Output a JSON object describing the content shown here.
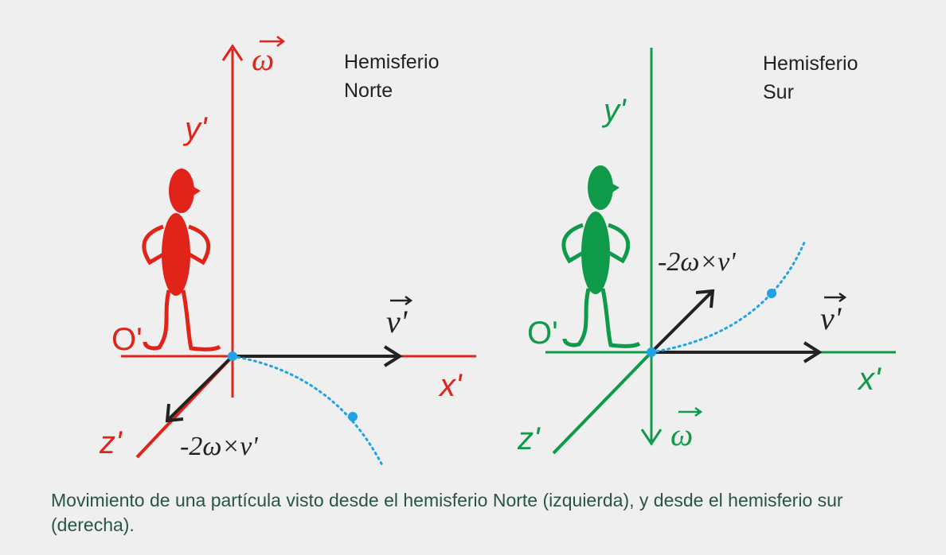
{
  "colors": {
    "north": "#e2231a",
    "south": "#0f9a4a",
    "vector": "#222222",
    "trajectory": "#1fa3e6",
    "caption": "#27554a",
    "background": "#efefef"
  },
  "north": {
    "title_line1": "Hemisferio",
    "title_line2": "Norte",
    "y_label": "y'",
    "x_label": "x'",
    "z_label": "z'",
    "origin_label": "O'",
    "omega_label": "ω",
    "v_label": "v'",
    "coriolis_label": "-2ω×v'"
  },
  "south": {
    "title_line1": "Hemisferio",
    "title_line2": "Sur",
    "y_label": "y'",
    "x_label": "x'",
    "z_label": "z'",
    "origin_label": "O'",
    "omega_label": "ω",
    "v_label": "v'",
    "coriolis_label": "-2ω×v'"
  },
  "caption": "Movimiento de una partícula visto desde el hemisferio Norte (izquierda), y desde el hemisferio sur (derecha)."
}
